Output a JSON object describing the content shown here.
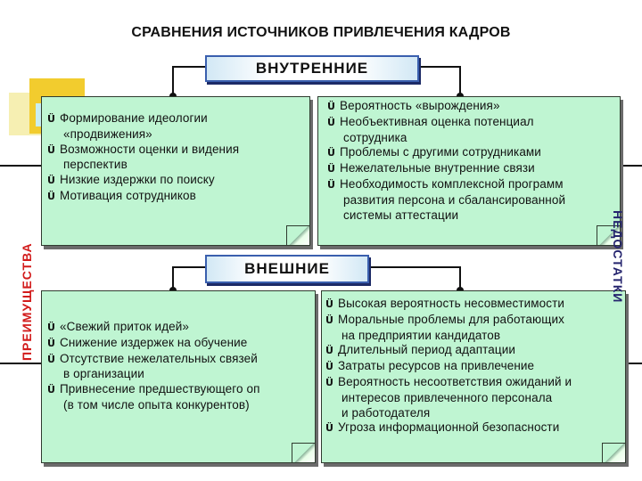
{
  "title": "СРАВНЕНИЯ ИСТОЧНИКОВ ПРИВЛЕЧЕНИЯ КАДРОВ",
  "categories": {
    "internal": "ВНУТРЕННИЕ",
    "external": "ВНЕШНИЕ"
  },
  "axes": {
    "advantages": "ПРЕИМУЩЕСТВА",
    "disadvantages": "НЕДОСТАТКИ"
  },
  "bullet_glyph": "Ü",
  "internal_advantages": [
    {
      "text": "Формирование идеологии",
      "bullet": true
    },
    {
      "text": "«продвижения»",
      "bullet": false
    },
    {
      "text": "Возможности оценки и видения",
      "bullet": true
    },
    {
      "text": "перспектив",
      "bullet": false
    },
    {
      "text": "Низкие издержки по поиску",
      "bullet": true
    },
    {
      "text": "Мотивация сотрудников",
      "bullet": true
    }
  ],
  "internal_disadvantages": [
    {
      "text": "Вероятность «вырождения»",
      "bullet": true
    },
    {
      "text": "Необъективная оценка потенциал",
      "bullet": true
    },
    {
      "text": "сотрудника",
      "bullet": false
    },
    {
      "text": "Проблемы с другими сотрудниками",
      "bullet": true
    },
    {
      "text": "Нежелательные внутренние связи",
      "bullet": true
    },
    {
      "text": "Необходимость комплексной программ",
      "bullet": true
    },
    {
      "text": "развития персона и сбалансированной",
      "bullet": false
    },
    {
      "text": "системы аттестации",
      "bullet": false
    }
  ],
  "external_advantages": [
    {
      "text": "«Свежий приток идей»",
      "bullet": true
    },
    {
      "text": "Снижение издержек на обучение",
      "bullet": true
    },
    {
      "text": "Отсутствие нежелательных связей",
      "bullet": true
    },
    {
      "text": "в организации",
      "bullet": false
    },
    {
      "text": "Привнесение предшествующего оп",
      "bullet": true
    },
    {
      "text": "(в том числе опыта конкурентов)",
      "bullet": false
    }
  ],
  "external_disadvantages": [
    {
      "text": "Высокая вероятность несовместимости",
      "bullet": true
    },
    {
      "text": "Моральные проблемы для работающих",
      "bullet": true
    },
    {
      "text": "на предприятии кандидатов",
      "bullet": false
    },
    {
      "text": "Длительный период адаптации",
      "bullet": true
    },
    {
      "text": "Затраты ресурсов на привлечение",
      "bullet": true
    },
    {
      "text": "Вероятность несоответствия ожиданий и",
      "bullet": true
    },
    {
      "text": "интересов привлеченного персонала",
      "bullet": false
    },
    {
      "text": "и работодателя",
      "bullet": false
    },
    {
      "text": "Угроза информационной безопасности",
      "bullet": true
    }
  ]
}
